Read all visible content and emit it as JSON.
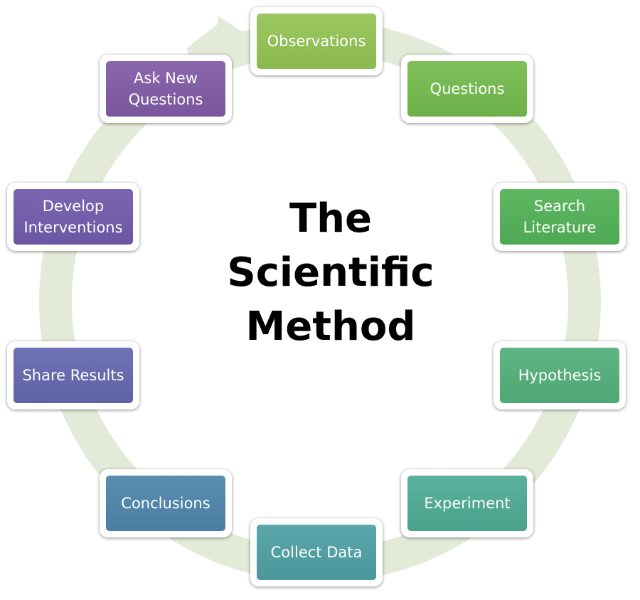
{
  "title": {
    "line1": "The",
    "line2": "Scientific",
    "line3": "Method"
  },
  "ring_color": "#e3ead8",
  "steps": [
    {
      "label": "Observations",
      "color_top": "#9cc761",
      "color_bottom": "#8ab94f"
    },
    {
      "label": "Questions",
      "color_top": "#7fbf5a",
      "color_bottom": "#6eb14a"
    },
    {
      "label": "Search Literature",
      "color_top": "#5fb761",
      "color_bottom": "#4ea954"
    },
    {
      "label": "Hypothesis",
      "color_top": "#5fb584",
      "color_bottom": "#4fa774"
    },
    {
      "label": "Experiment",
      "color_top": "#5bb19c",
      "color_bottom": "#4aa28b"
    },
    {
      "label": "Collect Data",
      "color_top": "#5aa7ab",
      "color_bottom": "#4a979c"
    },
    {
      "label": "Conclusions",
      "color_top": "#5a8eb1",
      "color_bottom": "#4a7da2"
    },
    {
      "label": "Share Results",
      "color_top": "#6f72b4",
      "color_bottom": "#5f62a5"
    },
    {
      "label": "Develop Interventions",
      "color_top": "#7a66b2",
      "color_bottom": "#6a56a3"
    },
    {
      "label": "Ask New Questions",
      "color_top": "#8a67ac",
      "color_bottom": "#7a579d"
    }
  ]
}
